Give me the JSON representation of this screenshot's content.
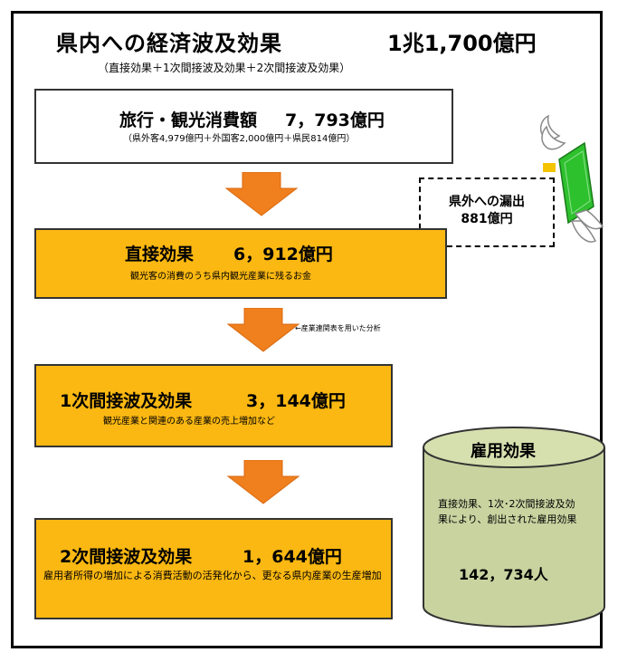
{
  "title": "県内への経済波及効果",
  "total": "1兆1,700億円",
  "subtitle": "（直接効果＋1次間接波及効果＋2次間接波及効果）",
  "consumption": {
    "label": "旅行・観光消費額",
    "value": "7，793億円",
    "breakdown": "（県外客4,979億円＋外国客2,000億円＋県民814億円）"
  },
  "leak": {
    "line1": "県外への漏出",
    "line2": "881億円",
    "icon": "flying-money-icon"
  },
  "direct": {
    "label": "直接効果",
    "value": "6，912億円",
    "desc": "観光客の消費のうち県内観光産業に残るお金"
  },
  "note": "←産業連関表を用いた分析",
  "indirect1": {
    "label": "1次間接波及効果",
    "value": "3，144億円",
    "desc": "観光産業と関連のある産業の売上増加など"
  },
  "indirect2": {
    "label": "2次間接波及効果",
    "value": "1，644億円",
    "desc": "雇用者所得の増加による消費活動の活発化から、更なる県内産業の生産増加"
  },
  "employment": {
    "title": "雇用効果",
    "desc": "直接効果、1次･2次間接波及効果により、創出された雇用効果",
    "value": "142，734人"
  },
  "colors": {
    "orange": "#fbb812",
    "arrow": "#f07f1e",
    "cylinder": "#c9d3a0"
  }
}
